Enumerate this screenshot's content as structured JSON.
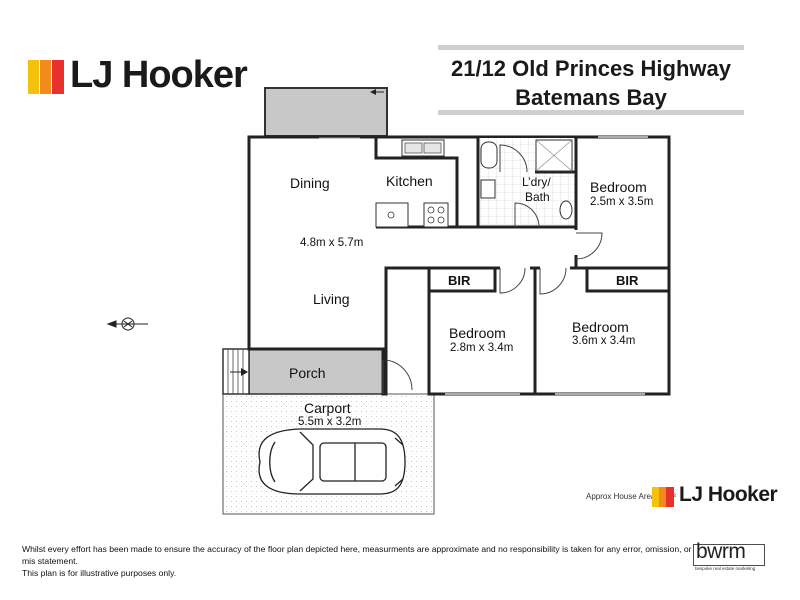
{
  "brand": {
    "name": "LJ Hooker",
    "colors": {
      "yellow": "#f4c20d",
      "orange": "#f28a1c",
      "red": "#e8312f",
      "text": "#1a1a1a"
    }
  },
  "address": {
    "line1": "21/12 Old Princes Highway",
    "line2": "Batemans Bay"
  },
  "plan": {
    "rooms": {
      "dining": "Dining",
      "kitchen": "Kitchen",
      "living": "Living",
      "living_dim": "4.8m x 5.7m",
      "laundry_bath_line1": "L’dry/",
      "laundry_bath_line2": "Bath",
      "bedroom1": "Bedroom",
      "bedroom1_dim": "2.5m x 3.5m",
      "bir_left": "BIR",
      "bir_right": "BIR",
      "bedroom2": "Bedroom",
      "bedroom2_dim": "2.8m x 3.4m",
      "bedroom3": "Bedroom",
      "bedroom3_dim": "3.6m x 3.4m",
      "porch": "Porch",
      "carport": "Carport",
      "carport_dim": "5.5m x 3.2m"
    }
  },
  "house_area": "Approx House Area 75m²",
  "disclaimer": {
    "line1": "Whilst every effort has been made to ensure the accuracy of the floor plan depicted here, measurments are approximate and no responsibility is taken for any error, omission, or mis statement.",
    "line2": "This plan is for illustrative purposes only."
  },
  "marketer": {
    "name": "bwrm",
    "tagline": "bespoke real estate marketing"
  }
}
